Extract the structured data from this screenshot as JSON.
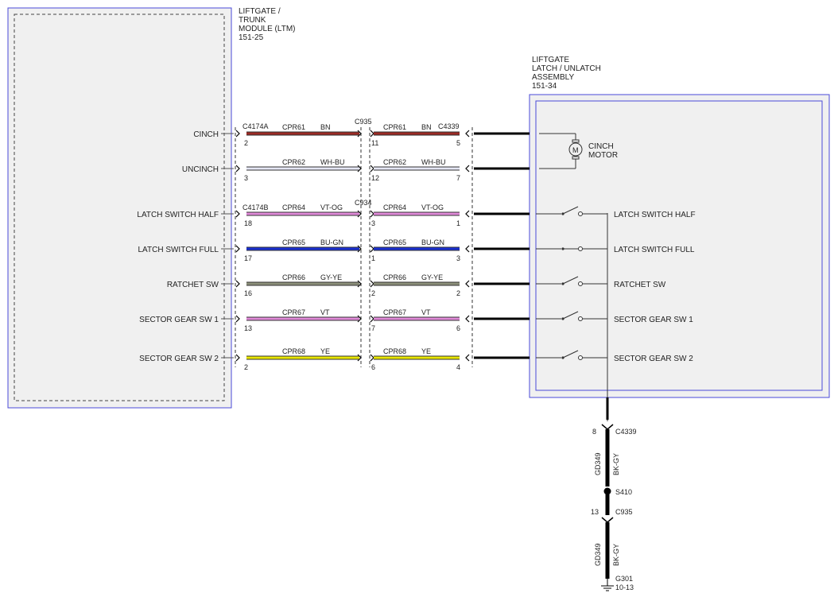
{
  "ltm": {
    "title_lines": [
      "LIFTGATE /",
      "TRUNK",
      "MODULE (LTM)",
      "151-25"
    ],
    "pins": [
      "CINCH",
      "UNCINCH",
      "LATCH SWITCH HALF",
      "LATCH SWITCH FULL",
      "RATCHET SW",
      "SECTOR GEAR SW 1",
      "SECTOR GEAR SW 2"
    ]
  },
  "latch": {
    "title_lines": [
      "LIFTGATE",
      "LATCH / UNLATCH",
      "ASSEMBLY",
      "151-34"
    ],
    "motor_label_lines": [
      "CINCH",
      "MOTOR"
    ],
    "motor_symbol": "M",
    "switch_labels": [
      "LATCH SWITCH HALF",
      "LATCH SWITCH FULL",
      "RATCHET SW",
      "SECTOR GEAR SW 1",
      "SECTOR GEAR SW 2"
    ]
  },
  "connectors": {
    "c4174a": "C4174A",
    "c4174b": "C4174B",
    "c935": "C935",
    "c934": "C934",
    "c4339": "C4339"
  },
  "wires": [
    {
      "circuit": "CPR61",
      "color": "BN",
      "pin_ltm": "2",
      "pin_mid_left": "",
      "pin_mid_right": "11",
      "pin_latch": "5",
      "hex": "#9b2b24"
    },
    {
      "circuit": "CPR62",
      "color": "WH-BU",
      "pin_ltm": "3",
      "pin_mid_left": "",
      "pin_mid_right": "12",
      "pin_latch": "7",
      "hex": "#e4e6f4"
    },
    {
      "circuit": "CPR64",
      "color": "VT-OG",
      "pin_ltm": "18",
      "pin_mid_left": "",
      "pin_mid_right": "3",
      "pin_latch": "1",
      "hex": "#e08ad8"
    },
    {
      "circuit": "CPR65",
      "color": "BU-GN",
      "pin_ltm": "17",
      "pin_mid_left": "",
      "pin_mid_right": "1",
      "pin_latch": "3",
      "hex": "#1a2fd0"
    },
    {
      "circuit": "CPR66",
      "color": "GY-YE",
      "pin_ltm": "16",
      "pin_mid_left": "",
      "pin_mid_right": "2",
      "pin_latch": "2",
      "hex": "#8c8f7a"
    },
    {
      "circuit": "CPR67",
      "color": "VT",
      "pin_ltm": "13",
      "pin_mid_left": "",
      "pin_mid_right": "7",
      "pin_latch": "6",
      "hex": "#e08ad8"
    },
    {
      "circuit": "CPR68",
      "color": "YE",
      "pin_ltm": "2",
      "pin_mid_left": "",
      "pin_mid_right": "6",
      "pin_latch": "4",
      "hex": "#e8e600"
    }
  ],
  "ground": {
    "pin_c4339": "8",
    "conn_c4339": "C4339",
    "circuit": "GD349",
    "color": "BK-GY",
    "splice": "S410",
    "pin_c935": "13",
    "conn_c935": "C935",
    "circuit2": "GD349",
    "color2": "BK-GY",
    "ground_id": "G301",
    "ground_ref": "10-13"
  },
  "colors": {
    "box_border": "#4a4ad8",
    "box_fill": "#f0f0f0",
    "wire_black": "#000000"
  }
}
